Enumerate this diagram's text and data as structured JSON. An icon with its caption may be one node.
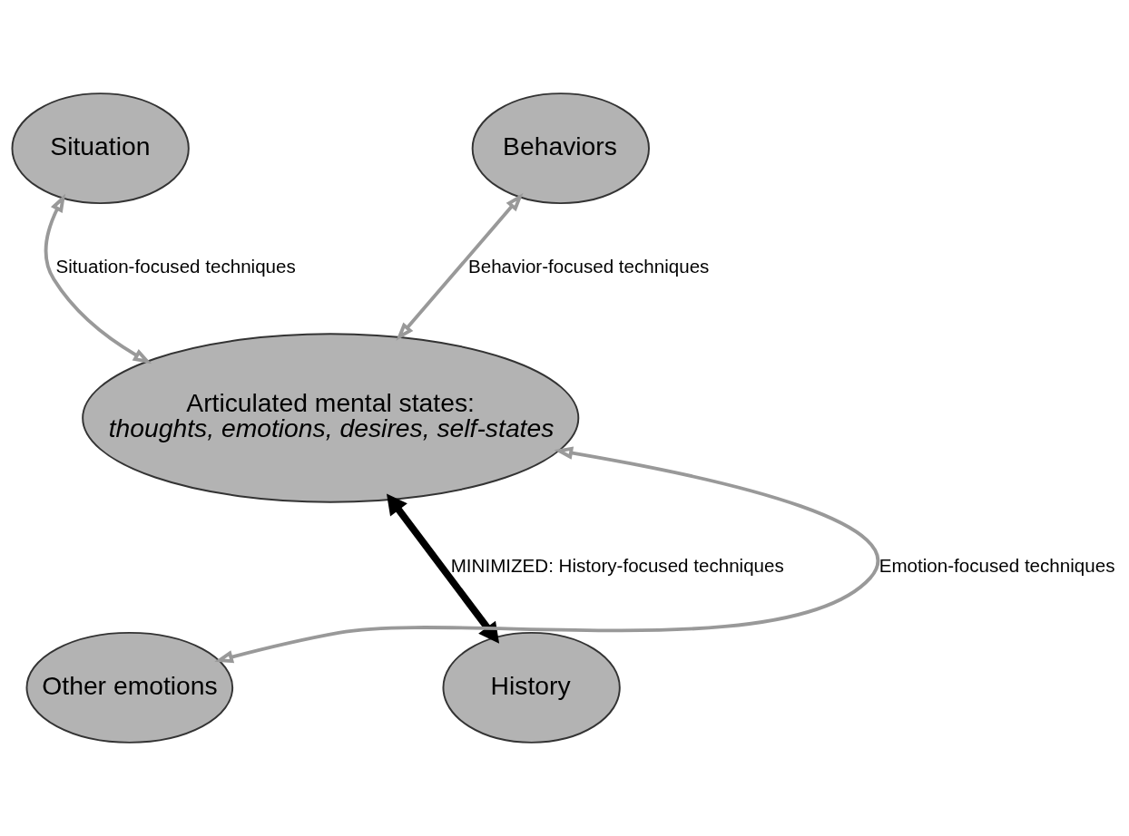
{
  "diagram": {
    "nodes": [
      {
        "text": [
          "Situation"
        ]
      },
      {
        "text": [
          "Behaviors"
        ]
      },
      {
        "text": [
          "Articulated mental states: *thoughts, emotions, desires, self-states*"
        ]
      },
      {
        "text": [
          "Other emotions"
        ]
      },
      {
        "text": [
          "History"
        ]
      }
    ],
    "edges": [
      {
        "from": 0,
        "to": 2,
        "arrow": "both",
        "label": "Situation-focused techniques"
      },
      {
        "from": 1,
        "to": 2,
        "arrow": "both",
        "label": "Behavior-focused techniques"
      },
      {
        "from": 3,
        "to": 2,
        "arrow": "both",
        "label": "Emotion-focused techniques"
      },
      {
        "from": 2,
        "to": 4,
        "arrow": "both",
        "label": "MINIMIZED: History-focused techniques",
        "style": "thick",
        "color": "#000000"
      }
    ]
  }
}
